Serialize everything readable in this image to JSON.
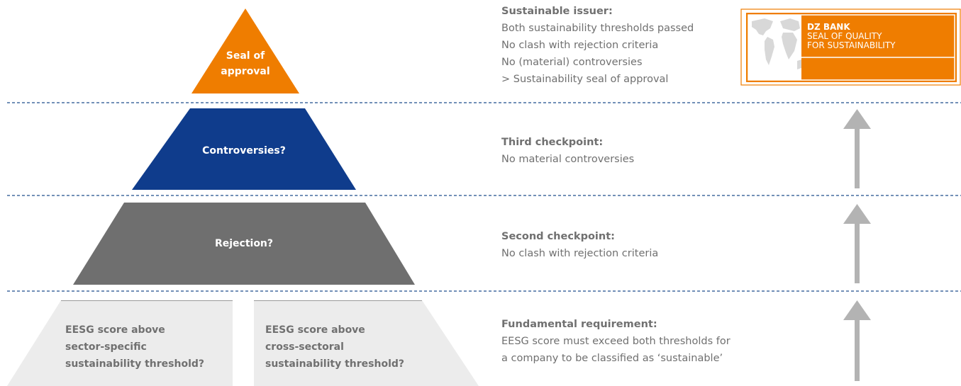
{
  "pyramid": {
    "top_label_line1": "Seal of",
    "top_label_line2": "approval",
    "level3_label": "Controversies?",
    "level2_label": "Rejection?",
    "base_left": [
      "EESG score above",
      "sector-specific",
      "sustainability threshold?"
    ],
    "base_right": [
      "EESG score above",
      "cross-sectoral",
      "sustainability threshold?"
    ]
  },
  "descriptions": {
    "top": {
      "title": "Sustainable issuer:",
      "lines": [
        "Both sustainability thresholds passed",
        "No clash with rejection criteria",
        "No (material) controversies",
        "> Sustainability seal of approval"
      ]
    },
    "third": {
      "title": "Third checkpoint:",
      "lines": [
        "No material controversies"
      ]
    },
    "second": {
      "title": "Second checkpoint:",
      "lines": [
        "No clash with rejection criteria"
      ]
    },
    "base": {
      "title": "Fundamental requirement:",
      "lines": [
        "EESG score must exceed both thresholds for",
        "a company to be classified as ‘sustainable’"
      ]
    }
  },
  "badge": {
    "name": "DZ BANK",
    "line1": "SEAL OF QUALITY",
    "line2": "FOR SUSTAINABILITY"
  },
  "colors": {
    "orange": "#ef7d00",
    "navy": "#0f3c8c",
    "gray": "#6f6f6f",
    "light": "#ececec",
    "text": "#707070",
    "arrow": "#b3b3b3",
    "divider": "#1f4e8c"
  }
}
